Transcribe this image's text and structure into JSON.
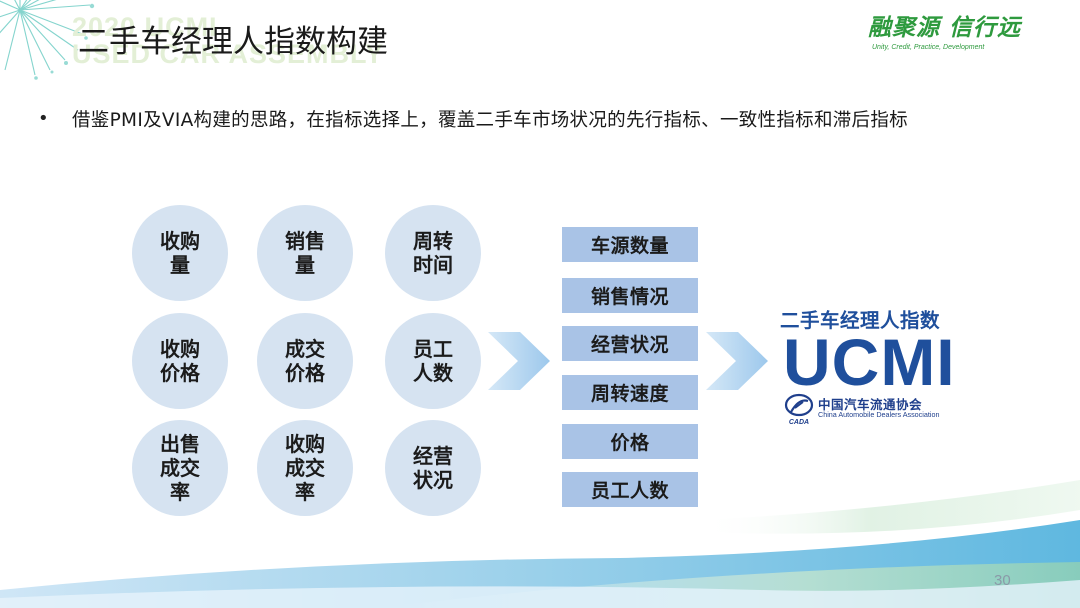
{
  "header": {
    "title": "二手车经理人指数构建",
    "watermark": "2020 UCMI\nUSED CAR ASSEMBLY",
    "logo_main": "融聚源 信行远",
    "logo_sub": "Unity, Credit, Practice, Development"
  },
  "bullet": {
    "marker": "•",
    "text": "借鉴PMI及VIA构建的思路，在指标选择上，覆盖二手车市场状况的先行指标、一致性指标和滞后指标"
  },
  "circles": [
    {
      "label": "收购\n量"
    },
    {
      "label": "销售\n量"
    },
    {
      "label": "周转\n时间"
    },
    {
      "label": "收购\n价格"
    },
    {
      "label": "成交\n价格"
    },
    {
      "label": "员工\n人数"
    },
    {
      "label": "出售\n成交\n率"
    },
    {
      "label": "收购\n成交\n率"
    },
    {
      "label": "经营\n状况"
    }
  ],
  "indicators": [
    {
      "label": "车源数量"
    },
    {
      "label": "销售情况"
    },
    {
      "label": "经营状况"
    },
    {
      "label": "周转速度"
    },
    {
      "label": "价格"
    },
    {
      "label": "员工人数"
    }
  ],
  "ucmi": {
    "title": "二手车经理人指数",
    "big": "UCMI",
    "assoc_cn": "中国汽车流通协会",
    "assoc_en": "China Automobile Dealers Association",
    "assoc_abbr": "CADA"
  },
  "footer": {
    "page_number": "30"
  },
  "colors": {
    "circle_fill": "#d6e3f1",
    "box_fill": "#a9c3e6",
    "arrow": "#b3d4f0",
    "brand_blue": "#1f4f9c",
    "logo_green": "#2e9a3e"
  }
}
